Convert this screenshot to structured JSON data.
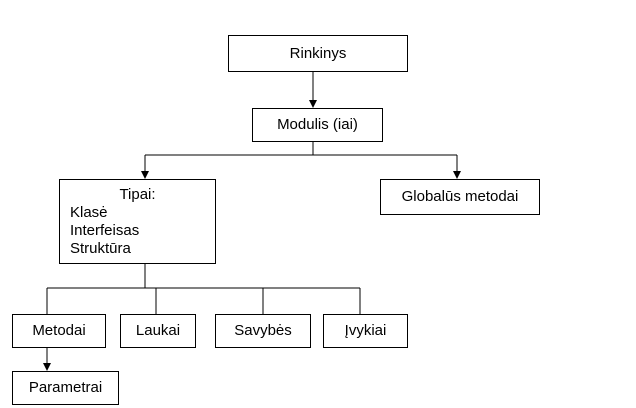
{
  "diagram": {
    "nodes": {
      "rinkinys": "Rinkinys",
      "modulis": "Modulis (iai)",
      "tipai": {
        "title": "Tipai:",
        "items": [
          "Klasė",
          "Interfeisas",
          "Struktūra"
        ]
      },
      "globalus_metodai": "Globalūs metodai",
      "metodai": "Metodai",
      "laukai": "Laukai",
      "savybes": "Savybės",
      "ivykiai": "Įvykiai",
      "parametrai": "Parametrai"
    },
    "edges": [
      {
        "from": "rinkinys",
        "to": "modulis"
      },
      {
        "from": "modulis",
        "to": "tipai"
      },
      {
        "from": "modulis",
        "to": "globalus_metodai"
      },
      {
        "from": "tipai",
        "to": "metodai"
      },
      {
        "from": "tipai",
        "to": "laukai"
      },
      {
        "from": "tipai",
        "to": "savybes"
      },
      {
        "from": "tipai",
        "to": "ivykiai"
      },
      {
        "from": "metodai",
        "to": "parametrai"
      }
    ],
    "line_color": "#000000",
    "box_border_color": "#000000",
    "background_color": "#ffffff"
  }
}
